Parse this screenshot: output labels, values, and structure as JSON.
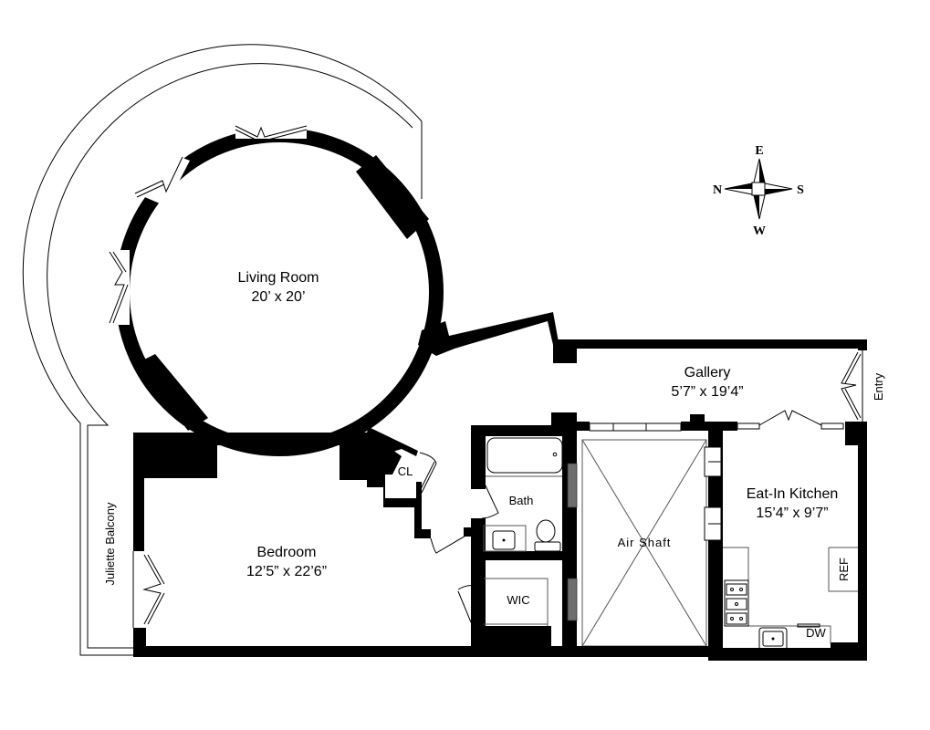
{
  "floorplan": {
    "rooms": {
      "living_room": {
        "name": "Living Room",
        "dims": "20’ x 20’"
      },
      "gallery": {
        "name": "Gallery",
        "dims": "5’7” x 19’4”"
      },
      "kitchen": {
        "name": "Eat-In Kitchen",
        "dims": "15’4” x 9’7”"
      },
      "bedroom": {
        "name": "Bedroom",
        "dims": "12’5” x 22’6”"
      },
      "air_shaft": {
        "name": "Air Shaft"
      },
      "bath": {
        "name": "Bath"
      },
      "wic": {
        "name": "WIC"
      },
      "closet": {
        "name": "CL"
      },
      "balcony": {
        "name": "Juliette Balcony"
      },
      "entry": {
        "name": "Entry"
      }
    },
    "appliances": {
      "refrigerator": "REF",
      "dishwasher": "DW"
    },
    "compass": {
      "north": "N",
      "south": "S",
      "east": "E",
      "west": "W"
    },
    "colors": {
      "wall": "#000000",
      "background": "#ffffff",
      "radiator": "#6e6e6e"
    }
  }
}
